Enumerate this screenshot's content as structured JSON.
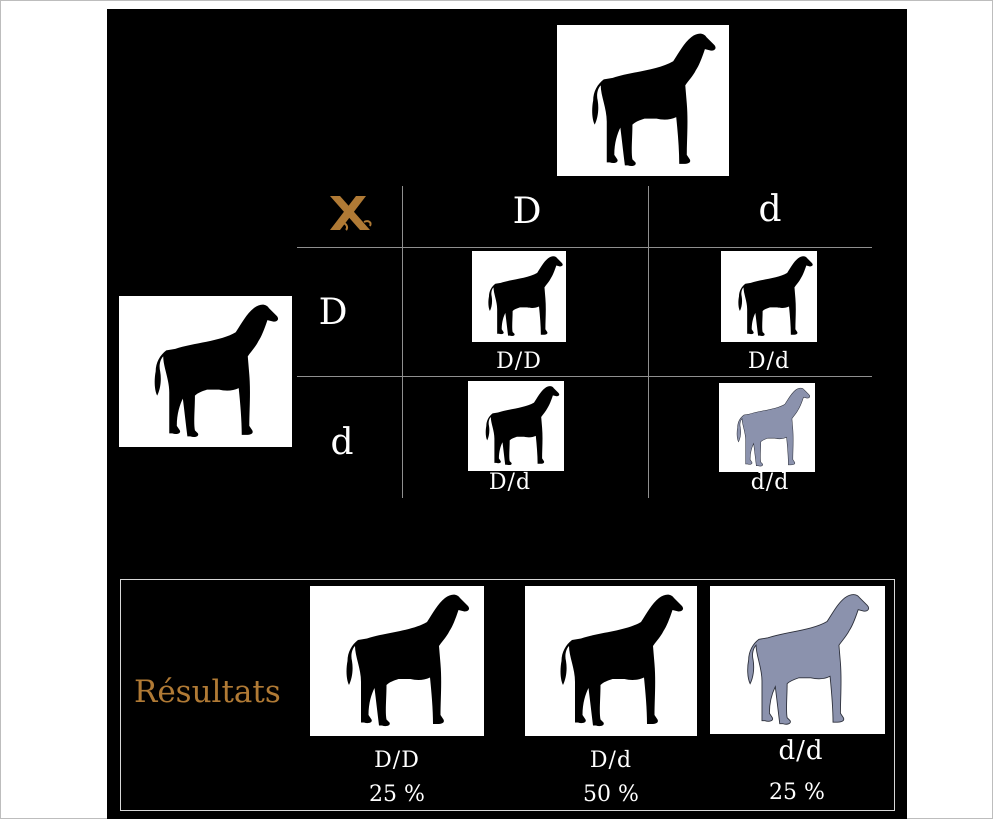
{
  "cross_symbol": "X",
  "column_alleles": [
    "D",
    "d"
  ],
  "row_alleles": [
    "D",
    "d"
  ],
  "grid_genotypes": [
    "D/D",
    "D/d",
    "D/d",
    "d/d"
  ],
  "results": {
    "label": "Résultats",
    "items": [
      {
        "genotype": "D/D",
        "percent": "25 %"
      },
      {
        "genotype": "D/d",
        "percent": "50 %"
      },
      {
        "genotype": "d/d",
        "percent": "25 %"
      }
    ]
  },
  "colors": {
    "black_coat": "#000000",
    "blue_coat": "#8b92ad",
    "accent": "#b07a35"
  }
}
